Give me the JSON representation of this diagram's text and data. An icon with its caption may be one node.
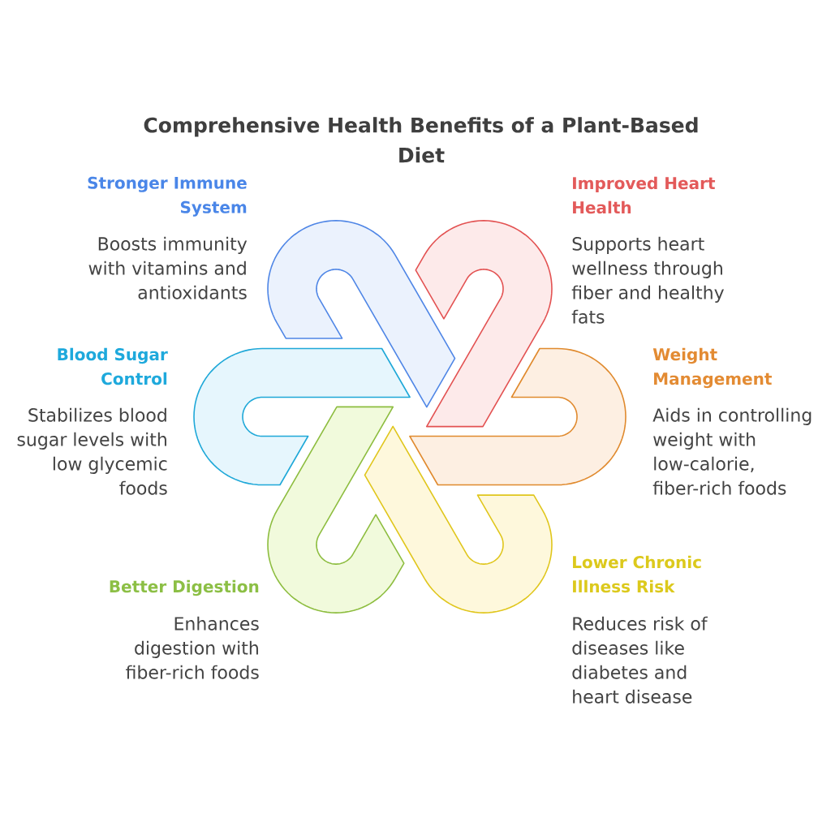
{
  "diagram": {
    "title": "Comprehensive Health Benefits of a Plant-Based Diet",
    "nodes": [
      {
        "text": [
          "Stronger Immune System",
          "Boosts immunity with vitamins and antioxidants"
        ]
      },
      {
        "text": [
          "Improved Heart Health",
          "Supports heart wellness through fiber and healthy fats"
        ]
      },
      {
        "text": [
          "Blood Sugar Control",
          "Stabilizes blood sugar levels with low glycemic foods"
        ]
      },
      {
        "text": [
          "Weight Management",
          "Aids in controlling weight with low-calorie, fiber-rich foods"
        ]
      },
      {
        "text": [
          "Better Digestion",
          "Enhances digestion with fiber-rich foods"
        ]
      },
      {
        "text": [
          "Lower Chronic Illness Risk",
          "Reduces risk of diseases like diabetes and heart disease"
        ]
      }
    ]
  }
}
